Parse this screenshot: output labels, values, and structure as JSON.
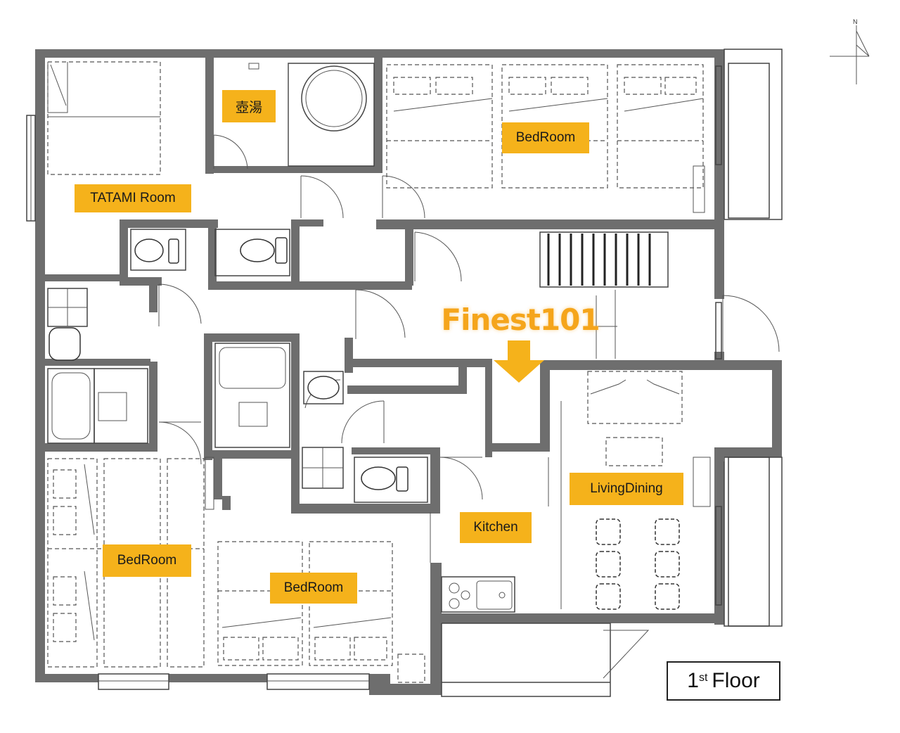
{
  "rooms": {
    "tsuboyu": "壺湯",
    "tatami": "TATAMI Room",
    "bedroom_top": "BedRoom",
    "living_dining": "LivingDining",
    "kitchen": "Kitchen",
    "bedroom_left": "BedRoom",
    "bedroom_bottom": "BedRoom"
  },
  "brand": "Finest101",
  "floor": {
    "number": "1",
    "suffix": "st",
    "word": "Floor"
  },
  "compass": {
    "north_letter": "N"
  },
  "colors": {
    "label_bg": "#f5b21b",
    "brand": "#f5a51b",
    "wall": "#6e6e6e",
    "line": "#444444"
  }
}
